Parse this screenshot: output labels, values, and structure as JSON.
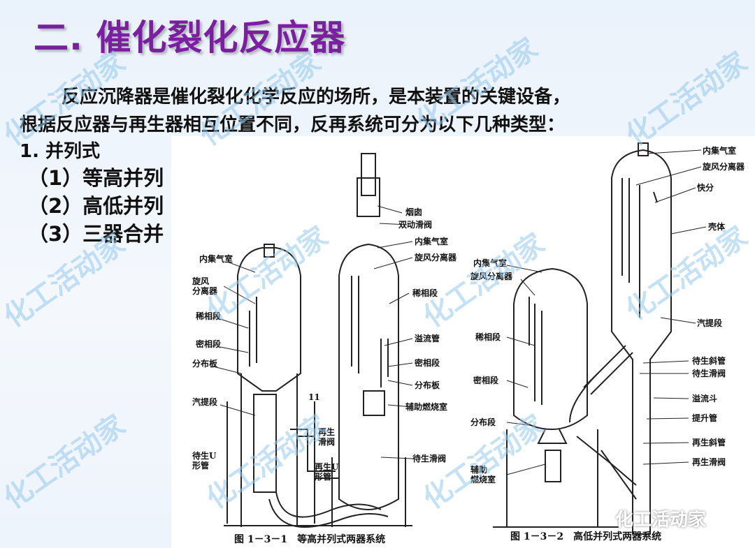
{
  "title": "二. 催化裂化反应器",
  "intro_line1": "反应沉降器是催化裂化化学反应的场所，是本装置的关键设备，",
  "intro_line2": "根据反应器与再生器相互位置不同，反再系统可分为以下几种类型：",
  "section": "1. 并列式",
  "list": [
    "（1）等高并列",
    "（2）高低并列",
    "（3）三器合并"
  ],
  "figure1": {
    "caption": "图 1－3－1　等高并列式两器系统",
    "labels": {
      "inner_chamber_left": "内集气室",
      "cyclone_1": "旋风",
      "cyclone_2": "分离器",
      "dilute_phase_left": "稀相段",
      "dense_phase_left": "密相段",
      "distributor_left": "分布板",
      "stripper": "汽提段",
      "u_tube_spent_1": "待生U",
      "u_tube_spent_2": "形管",
      "num_11": "11",
      "regen_valve_1": "再生",
      "regen_valve_2": "滑阀",
      "regen_u_1": "再生U",
      "regen_u_2": "形管",
      "flue": "烟囱",
      "double_valve": "双动滑阀",
      "inner_chamber_right": "内集气室",
      "cyclone_right": "旋风分离器",
      "dilute_phase_right": "稀相段",
      "overflow_pipe": "溢流管",
      "dense_phase_right": "密相段",
      "distributor_right": "分布板",
      "aux_burner": "辅助燃烧室",
      "spent_valve": "待生滑阀"
    }
  },
  "figure2": {
    "caption": "图 1－3－2　高低并列式两器系统",
    "labels": {
      "inner_chamber_r": "内集气室",
      "cyclone_r": "旋风分离器",
      "quick_sep": "快分",
      "shell": "壳体",
      "stripper_r": "汽提段",
      "spent_incline": "待生斜管",
      "spent_valve_r": "待生滑阀",
      "overflow_hopper": "溢流斗",
      "riser": "提升管",
      "regen_incline": "再生斜管",
      "regen_valve_r": "再生滑阀",
      "inner_chamber_l": "内集气室",
      "cyclone_l": "旋风分离器",
      "dilute_l": "稀相段",
      "dense_l": "密相段",
      "distributor_l": "分布段",
      "aux_1": "辅助",
      "aux_2": "燃烧室"
    }
  },
  "watermark": "化工活动家",
  "brand": "化工活动家"
}
